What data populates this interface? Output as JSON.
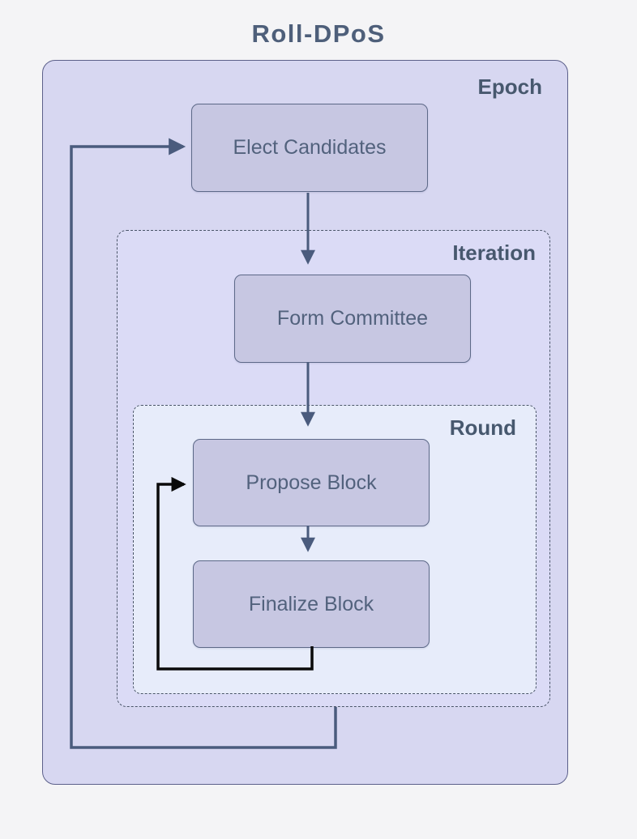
{
  "diagram": {
    "title": "Roll-DPoS",
    "containers": {
      "epoch": {
        "label": "Epoch"
      },
      "iteration": {
        "label": "Iteration"
      },
      "round": {
        "label": "Round"
      }
    },
    "nodes": [
      {
        "id": "elect-candidates",
        "label": "Elect Candidates"
      },
      {
        "id": "form-committee",
        "label": "Form Committee"
      },
      {
        "id": "propose-block",
        "label": "Propose Block"
      },
      {
        "id": "finalize-block",
        "label": "Finalize Block"
      }
    ],
    "edges": [
      {
        "from": "elect-candidates",
        "to": "form-committee",
        "style": "straight",
        "color": "#4a5b7d"
      },
      {
        "from": "form-committee",
        "to": "propose-block",
        "style": "straight",
        "color": "#4a5b7d"
      },
      {
        "from": "propose-block",
        "to": "finalize-block",
        "style": "straight",
        "color": "#4a5b7d"
      },
      {
        "from": "finalize-block",
        "to": "propose-block",
        "style": "loop-left",
        "color": "#0a0a0a"
      },
      {
        "from": "iteration",
        "to": "elect-candidates",
        "style": "loop-left",
        "color": "#4a5b7d"
      }
    ],
    "colors": {
      "page_bg": "#f4f4f6",
      "epoch_bg": "#d7d7f1",
      "iteration_bg": "#dbdbf6",
      "round_bg": "#e7ecfa",
      "node_bg": "#c7c7e2",
      "node_border": "#5d6988",
      "dashed_border": "#4a5568",
      "label_text": "#47586e",
      "node_text": "#52627d",
      "arrow_slate": "#4a5b7d",
      "arrow_black": "#0a0a0a"
    }
  }
}
